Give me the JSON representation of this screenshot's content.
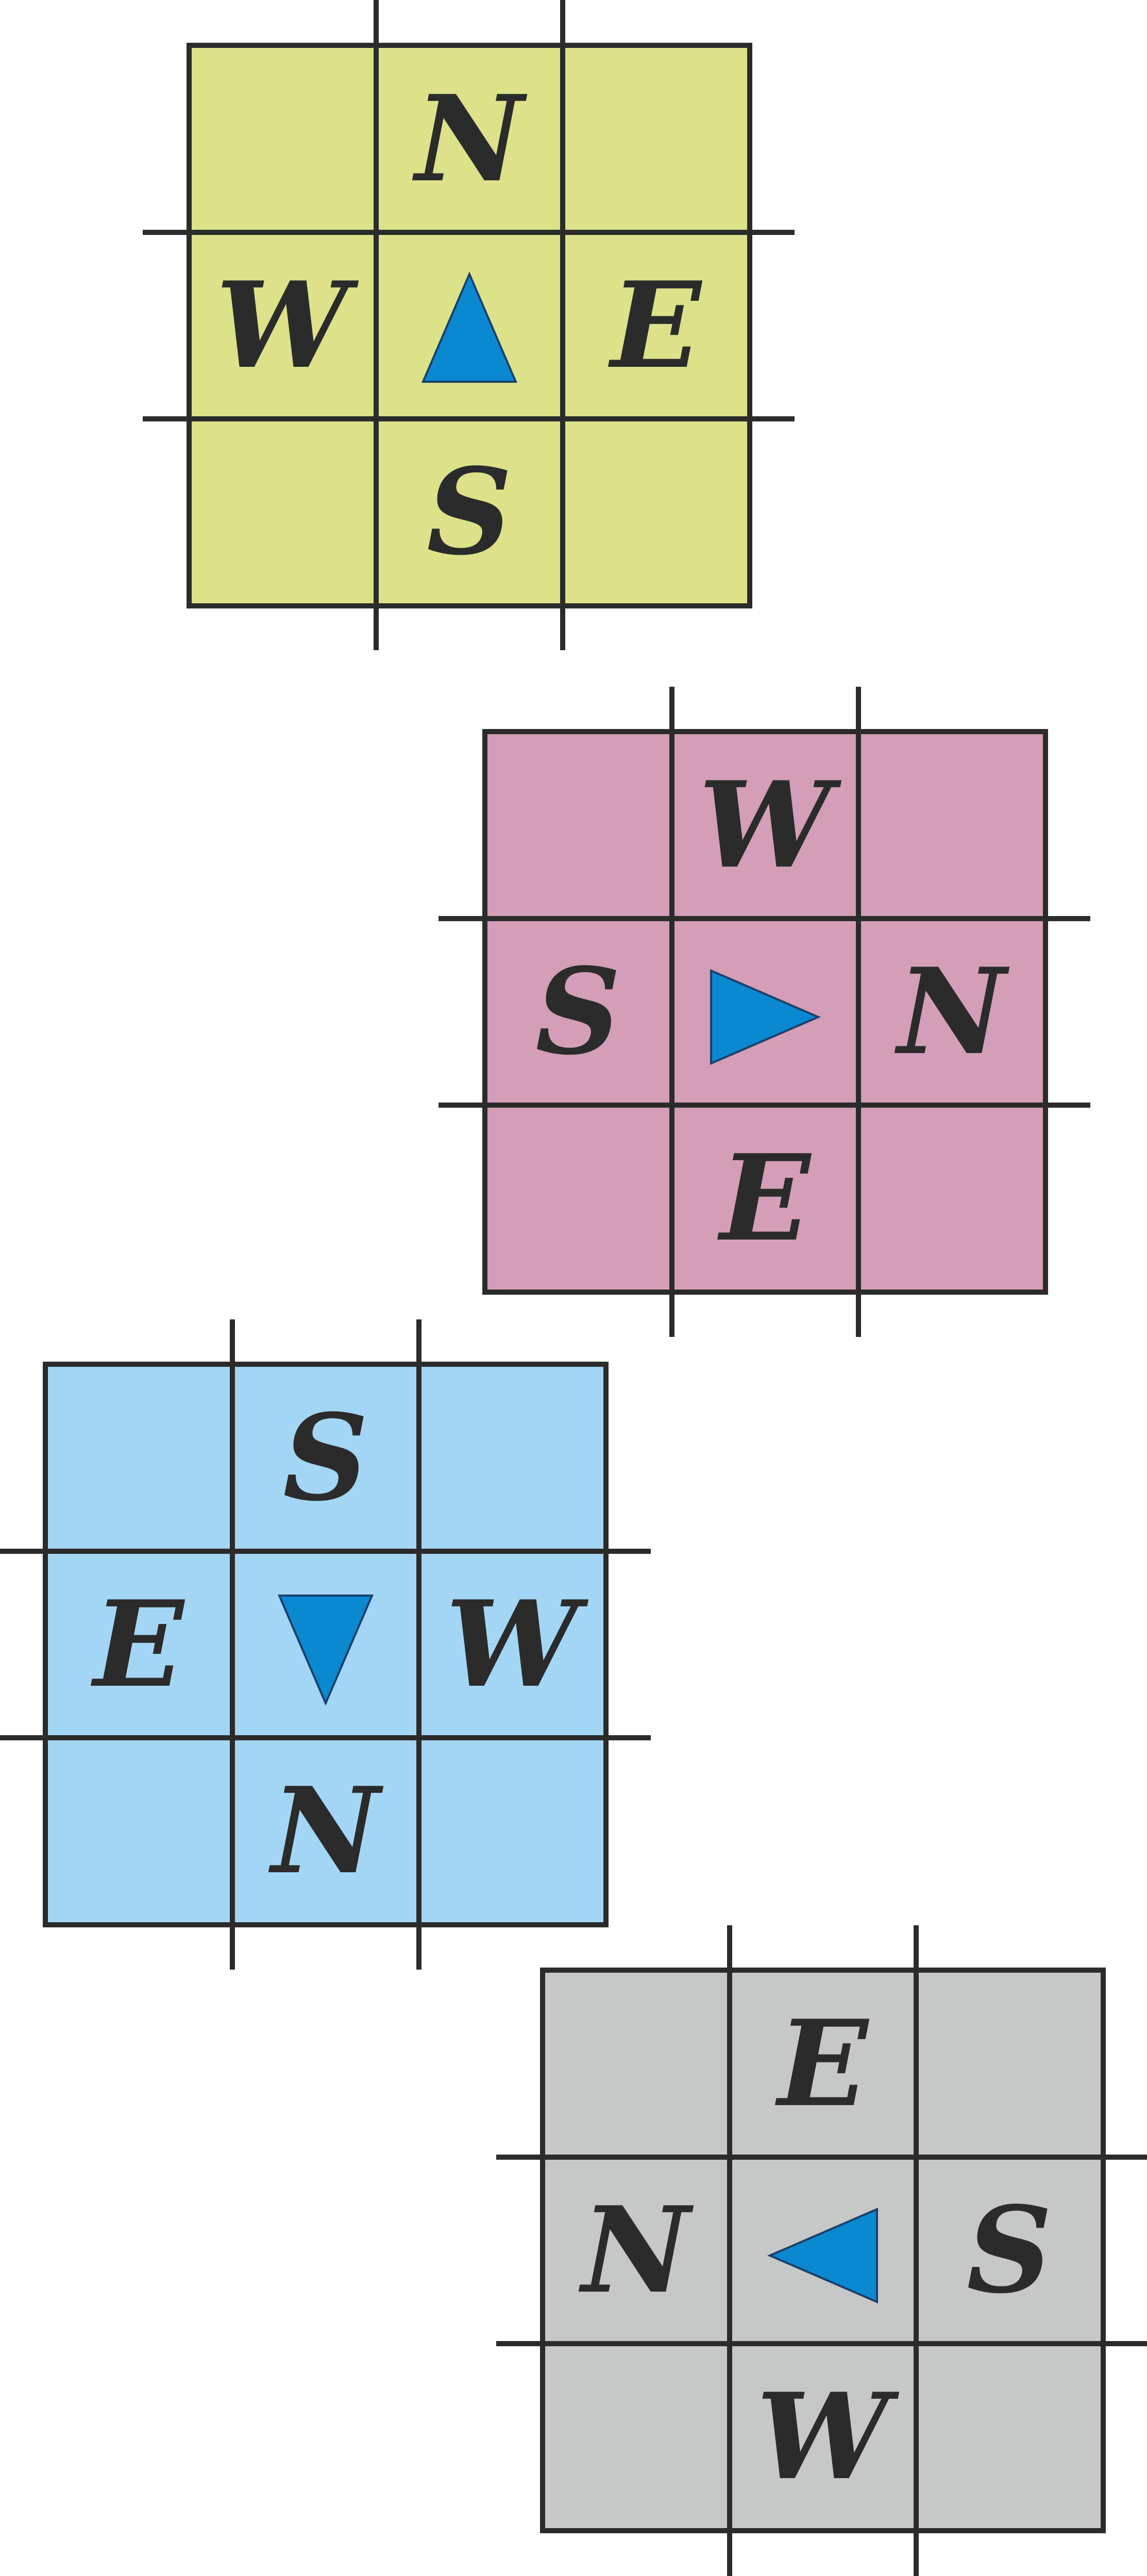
{
  "colors": {
    "background": "#ffffff",
    "line": "#2b2b2b",
    "triangle_fill": "#0a88d0",
    "triangle_stroke": "#1a3f6a",
    "letter": "#2b2b2b"
  },
  "grids": [
    {
      "id": "green",
      "fill": "#dbe289",
      "arrow_points": "up",
      "labels": {
        "top": "N",
        "right": "E",
        "bottom": "S",
        "left": "W"
      }
    },
    {
      "id": "pink",
      "fill": "#d39eb6",
      "arrow_points": "right",
      "labels": {
        "top": "W",
        "right": "N",
        "bottom": "E",
        "left": "S"
      }
    },
    {
      "id": "blue",
      "fill": "#a3d6f5",
      "arrow_points": "down",
      "labels": {
        "top": "S",
        "right": "W",
        "bottom": "N",
        "left": "E"
      }
    },
    {
      "id": "gray",
      "fill": "#c6c7c7",
      "arrow_points": "left",
      "labels": {
        "top": "E",
        "right": "S",
        "bottom": "W",
        "left": "N"
      }
    }
  ]
}
